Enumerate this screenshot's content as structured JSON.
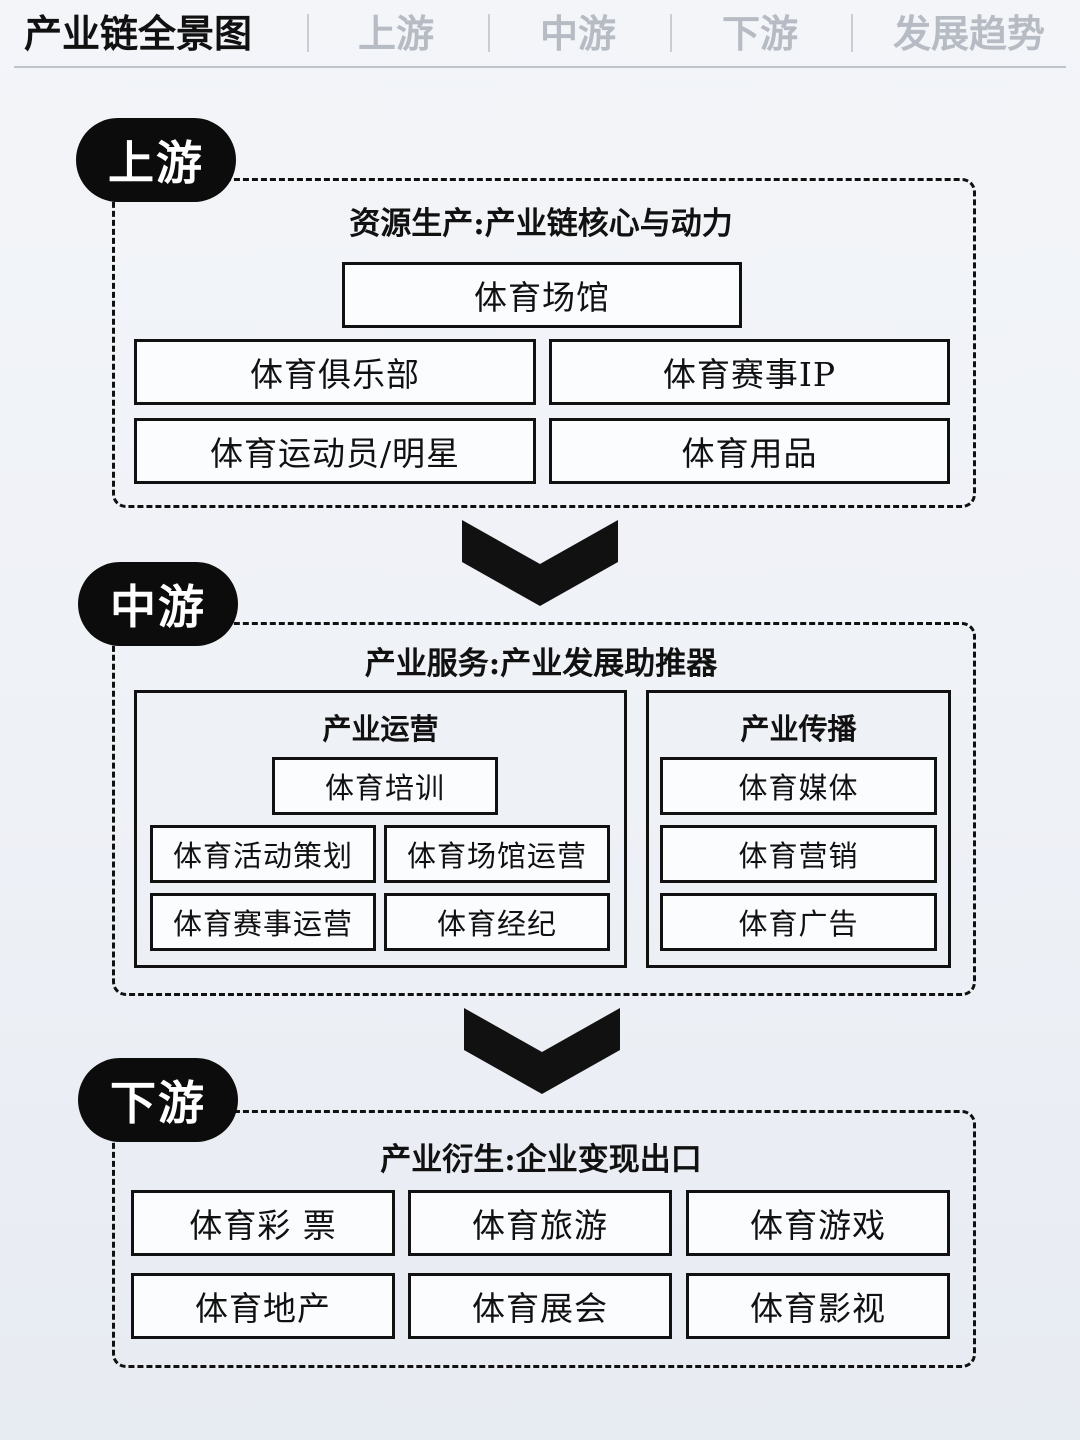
{
  "nav": {
    "active": "产业链全景图",
    "items": [
      "上游",
      "中游",
      "下游",
      "发展趋势"
    ]
  },
  "upstream": {
    "label": "上游",
    "title": "资源生产:产业链核心与动力",
    "items": [
      "体育场馆",
      "体育俱乐部",
      "体育赛事IP",
      "体育运动员/明星",
      "体育用品"
    ]
  },
  "midstream": {
    "label": "中游",
    "title": "产业服务:产业发展助推器",
    "operations": {
      "title": "产业运营",
      "items": [
        "体育培训",
        "体育活动策划",
        "体育场馆运营",
        "体育赛事运营",
        "体育经纪"
      ]
    },
    "communication": {
      "title": "产业传播",
      "items": [
        "体育媒体",
        "体育营销",
        "体育广告"
      ]
    }
  },
  "downstream": {
    "label": "下游",
    "title": "产业衍生:企业变现出口",
    "items": [
      "体育彩 票",
      "体育旅游",
      "体育游戏",
      "体育地产",
      "体育展会",
      "体育影视"
    ]
  }
}
